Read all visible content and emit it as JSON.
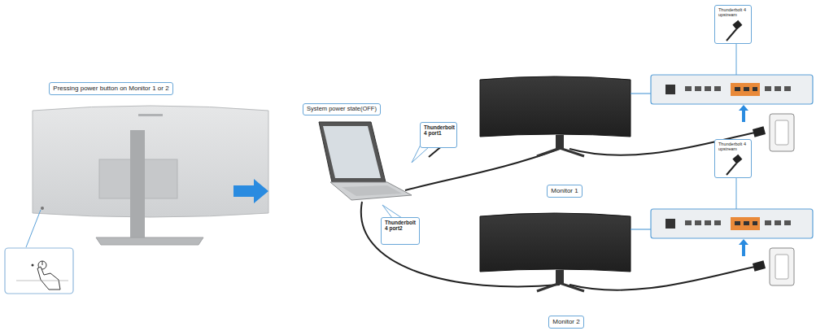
{
  "diagram": {
    "nodes": [
      {
        "text": [
          "Pressing power button on Monitor 1 or 2"
        ]
      },
      {
        "text": [
          "System power state(OFF)"
        ]
      },
      {
        "text": [
          "Thunderbolt 4 port1"
        ]
      },
      {
        "text": [
          "Thunderbolt 4 port2"
        ]
      },
      {
        "text": [
          "Monitor 1"
        ]
      },
      {
        "text": [
          "Monitor 2"
        ]
      },
      {
        "text": [
          "Thunderbolt 4 upstream"
        ]
      },
      {
        "text": [
          "Thunderbolt 4 upstream"
        ]
      }
    ]
  }
}
